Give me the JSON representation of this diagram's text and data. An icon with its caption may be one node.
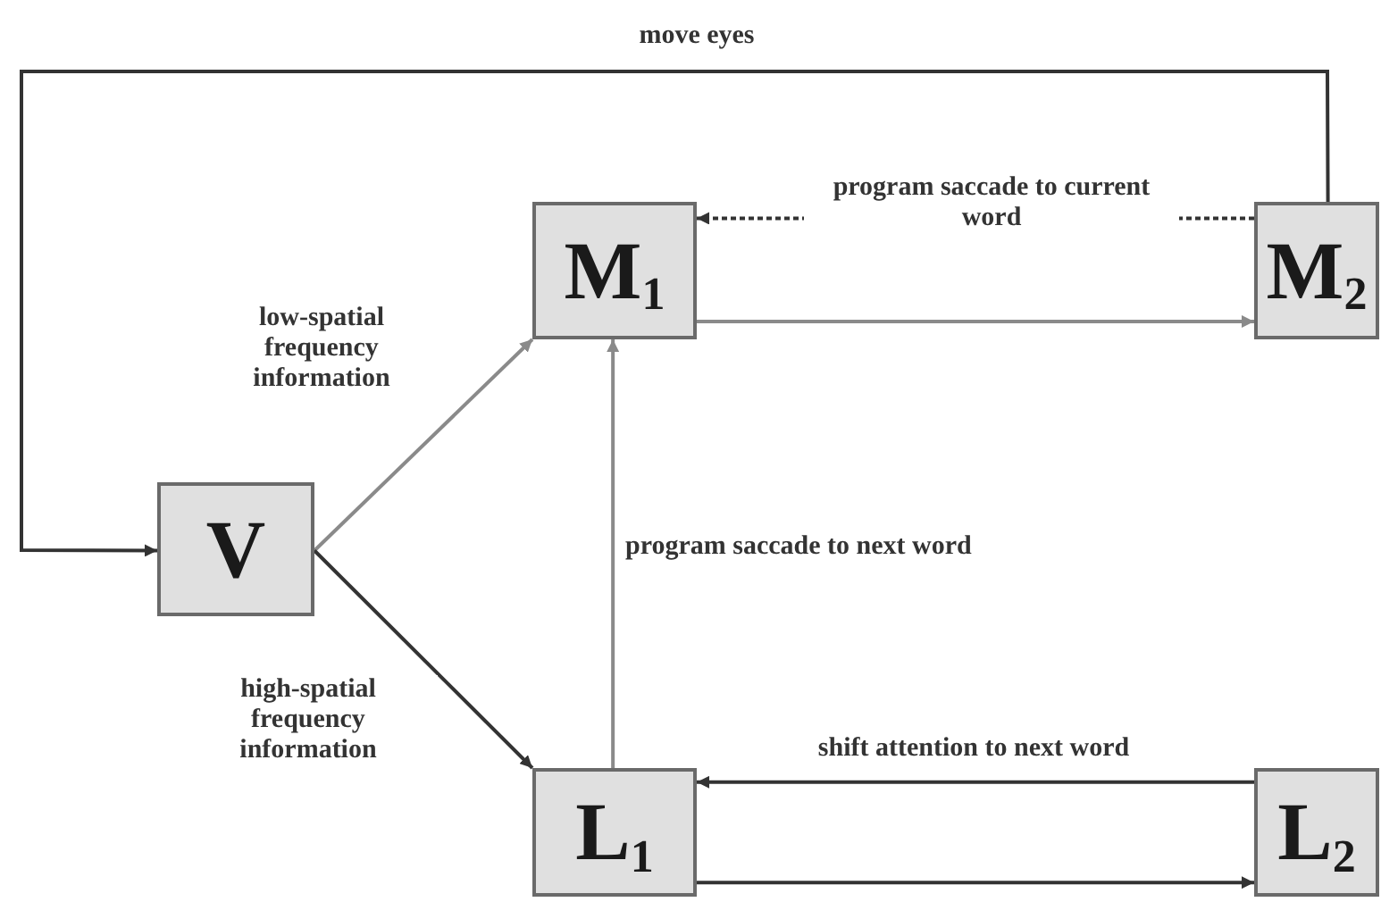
{
  "diagram": {
    "nodes": [
      {
        "text": [
          "V"
        ]
      },
      {
        "text": [
          "M$_{1}$"
        ]
      },
      {
        "text": [
          "M$_{2}$"
        ]
      },
      {
        "text": [
          "L$_{1}$"
        ]
      },
      {
        "text": [
          "L$_{2}$"
        ]
      }
    ],
    "edges": [
      {
        "from": 2,
        "to": 0,
        "arrow": "to",
        "label": "move eyes"
      },
      {
        "from": 0,
        "to": 1,
        "arrow": "to",
        "label": "low-spatial frequency information",
        "color": "#8a8a8a"
      },
      {
        "from": 0,
        "to": 3,
        "arrow": "to",
        "label": "high-spatial frequency information"
      },
      {
        "from": 3,
        "to": 1,
        "arrow": "to",
        "label": "program saccade to next word",
        "color": "#8a8a8a"
      },
      {
        "from": 1,
        "to": 2,
        "arrow": "to",
        "color": "#8a8a8a"
      },
      {
        "from": 2,
        "to": 1,
        "arrow": "to",
        "label": "program saccade to current word",
        "style": "dashed"
      },
      {
        "from": 4,
        "to": 3,
        "arrow": "to",
        "label": "shift attention to next word"
      },
      {
        "from": 3,
        "to": 4,
        "arrow": "to"
      }
    ]
  }
}
